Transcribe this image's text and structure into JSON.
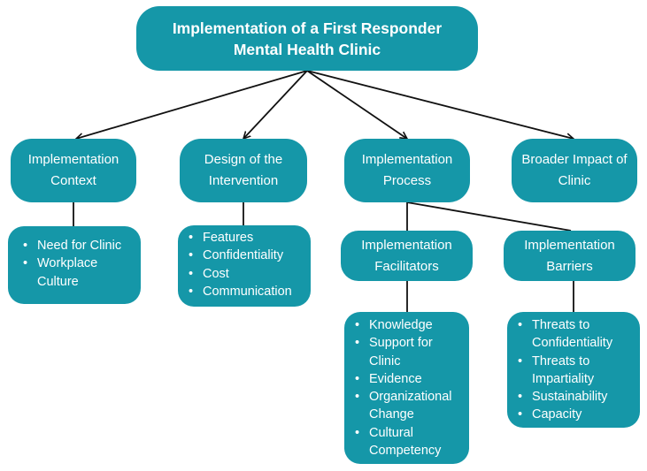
{
  "root": {
    "title_line1": "Implementation of a First Responder",
    "title_line2": "Mental Health Clinic"
  },
  "categories": [
    {
      "line1": "Implementation",
      "line2": "Context"
    },
    {
      "line1": "Design of the",
      "line2": "Intervention"
    },
    {
      "line1": "Implementation",
      "line2": "Process"
    },
    {
      "line1": "Broader Impact of",
      "line2": "Clinic"
    }
  ],
  "subcategories": {
    "facilitators": {
      "line1": "Implementation",
      "line2": "Facilitators"
    },
    "barriers": {
      "line1": "Implementation",
      "line2": "Barriers"
    }
  },
  "lists": {
    "context": [
      {
        "lines": [
          "Need for Clinic"
        ]
      },
      {
        "lines": [
          "Workplace",
          "Culture"
        ]
      }
    ],
    "design": [
      {
        "lines": [
          "Features"
        ]
      },
      {
        "lines": [
          "Confidentiality"
        ]
      },
      {
        "lines": [
          "Cost"
        ]
      },
      {
        "lines": [
          "Communication"
        ]
      }
    ],
    "facilitators": [
      {
        "lines": [
          "Knowledge"
        ]
      },
      {
        "lines": [
          "Support for",
          "Clinic"
        ]
      },
      {
        "lines": [
          "Evidence"
        ]
      },
      {
        "lines": [
          "Organizational",
          "Change"
        ]
      },
      {
        "lines": [
          "Cultural",
          "Competency"
        ]
      }
    ],
    "barriers": [
      {
        "lines": [
          "Threats to",
          "Confidentiality"
        ]
      },
      {
        "lines": [
          "Threats to",
          "Impartiality"
        ]
      },
      {
        "lines": [
          "Sustainability"
        ]
      },
      {
        "lines": [
          "Capacity"
        ]
      }
    ]
  },
  "colors": {
    "box_fill": "#1597a8",
    "text": "#ffffff",
    "connector": "#111111"
  }
}
